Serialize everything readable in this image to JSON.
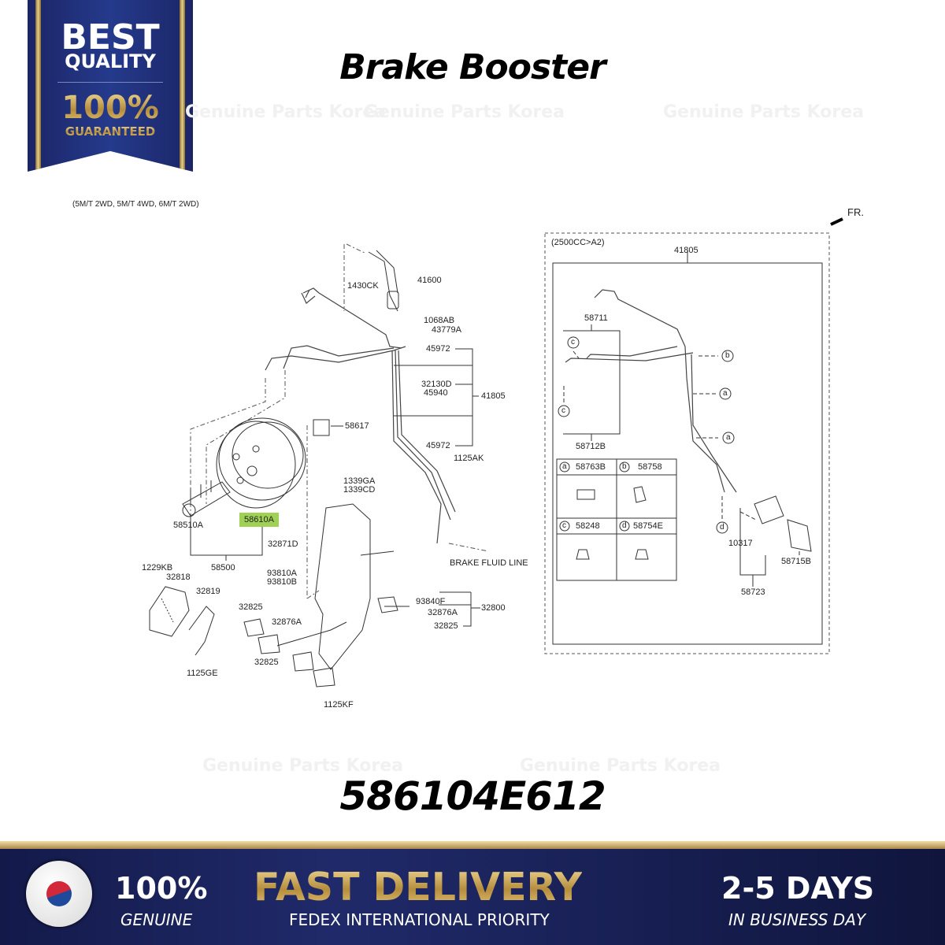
{
  "badge": {
    "line1": "BEST",
    "line2": "QUALITY",
    "line3": "100%",
    "line4": "GUARANTEED"
  },
  "title": "Brake Booster",
  "watermark": "Genuine Parts Korea",
  "variant_note": "(5M/T 2WD, 5M/T 4WD, 6M/T 2WD)",
  "left_labels": [
    "1430CK",
    "41600",
    "1068AB",
    "43779A",
    "45972",
    "32130D",
    "45940",
    "41805",
    "58617",
    "45972",
    "1125AK",
    "1339GA",
    "1339CD",
    "58610A",
    "58510A",
    "32871D",
    "58500",
    "BRAKE FLUID LINE",
    "1229KB",
    "32818",
    "93810A",
    "93810B",
    "32819",
    "93840F",
    "32800",
    "32825",
    "32876A",
    "32876A",
    "32825",
    "32825",
    "1125GE",
    "1125KF"
  ],
  "right": {
    "direction": "FR.",
    "variant": "(2500CC>A2)",
    "labels": [
      "41805",
      "58711",
      "58712B",
      "10317",
      "58715B",
      "58723"
    ],
    "callouts": [
      "b",
      "c",
      "a",
      "c",
      "a",
      "d"
    ],
    "table": [
      {
        "key": "a",
        "part": "58763B"
      },
      {
        "key": "b",
        "part": "58758"
      },
      {
        "key": "c",
        "part": "58248"
      },
      {
        "key": "d",
        "part": "58754E"
      }
    ]
  },
  "part_number": "586104E612",
  "banner": {
    "genuine_pct": "100%",
    "genuine": "GENUINE",
    "headline": "FAST DELIVERY",
    "sub": "FEDEX INTERNATIONAL PRIORITY",
    "days": "2-5 DAYS",
    "days_sub": "IN BUSINESS DAY"
  },
  "colors": {
    "navy": "#1b2566",
    "gold": "#c9a35a",
    "highlight": "#9fd154"
  }
}
